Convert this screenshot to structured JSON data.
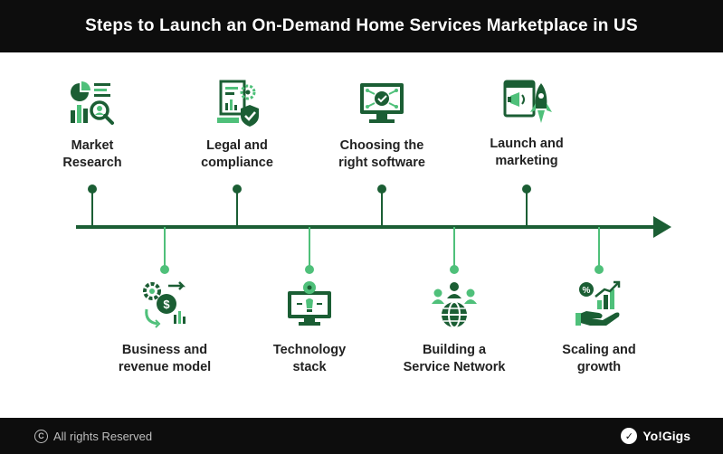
{
  "header": {
    "title": "Steps to Launch an On-Demand Home Services Marketplace in US"
  },
  "steps": [
    {
      "line1": "Market",
      "line2": "Research",
      "icon": "market-research-icon"
    },
    {
      "line1": "Business and",
      "line2": "revenue model",
      "icon": "business-model-icon"
    },
    {
      "line1": "Legal and",
      "line2": "compliance",
      "icon": "legal-document-icon"
    },
    {
      "line1": "Technology",
      "line2": "stack",
      "icon": "technology-bulb-icon"
    },
    {
      "line1": "Choosing the",
      "line2": "right software",
      "icon": "software-monitor-icon"
    },
    {
      "line1": "Building a",
      "line2": "Service Network",
      "icon": "service-network-icon"
    },
    {
      "line1": "Launch and",
      "line2": "marketing",
      "icon": "launch-rocket-icon"
    },
    {
      "line1": "Scaling and",
      "line2": "growth",
      "icon": "scaling-growth-icon"
    }
  ],
  "footer": {
    "rights": "All rights Reserved",
    "brand": "Yo!Gigs"
  },
  "colors": {
    "primary": "#1b5e34",
    "accent": "#4fc07a",
    "dark": "#0d0d0d"
  }
}
